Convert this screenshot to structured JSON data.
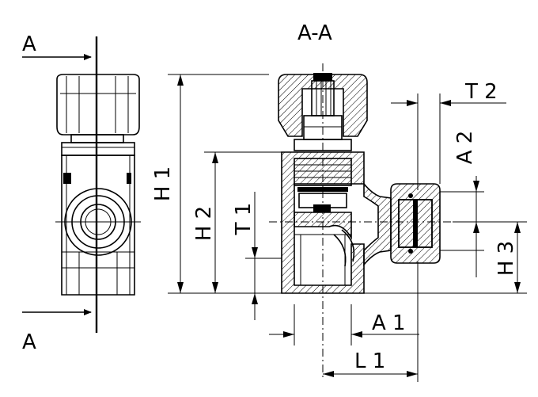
{
  "section_marks": {
    "left_top": "A",
    "left_bottom": "A",
    "section_title": "A-A"
  },
  "dimensions": {
    "h1": "H 1",
    "h2": "H 2",
    "t1": "T 1",
    "t2": "T 2",
    "a2": "A 2",
    "h3": "H 3",
    "a1": "A 1",
    "l1": "L 1"
  },
  "colors": {
    "line": "#000000",
    "background": "#ffffff"
  }
}
